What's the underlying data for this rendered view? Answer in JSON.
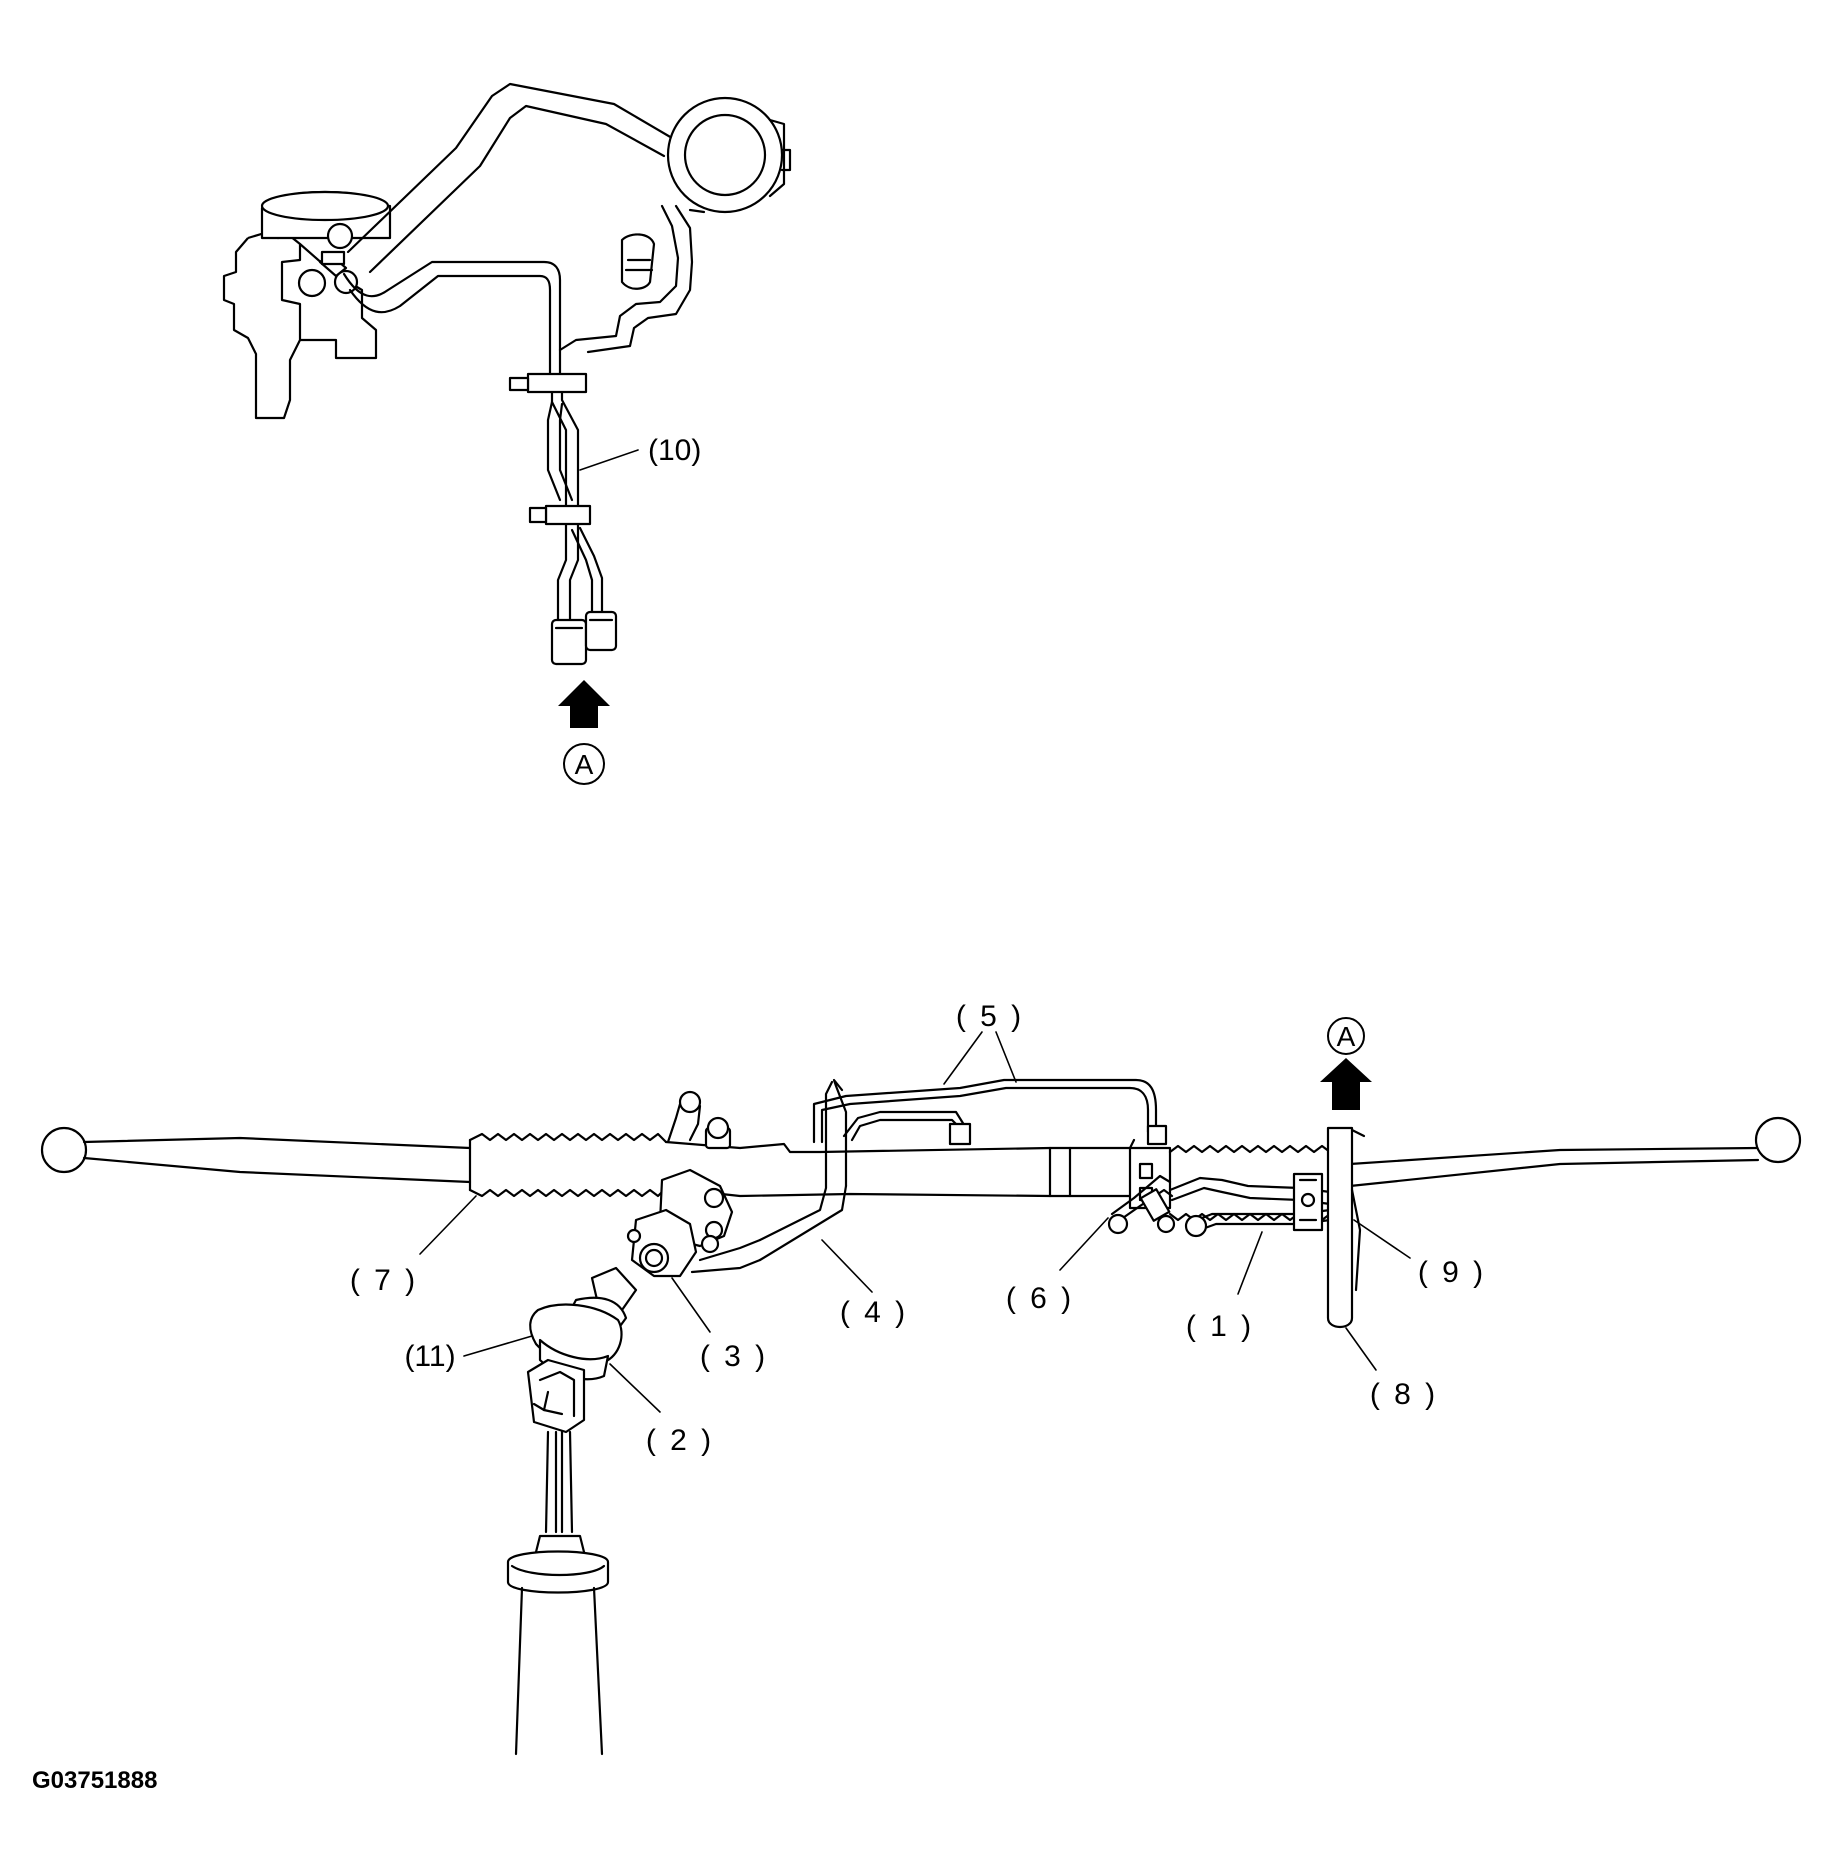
{
  "diagram": {
    "view_marker": "A",
    "labels": {
      "l1": "( 1 )",
      "l2": "( 2 )",
      "l3": "( 3 )",
      "l4": "( 4 )",
      "l5": "( 5 )",
      "l6": "( 6 )",
      "l7": "( 7 )",
      "l8": "( 8 )",
      "l9": "( 9 )",
      "l10": "(10)",
      "l11": "(11)"
    },
    "figure_code": "G03751888"
  }
}
